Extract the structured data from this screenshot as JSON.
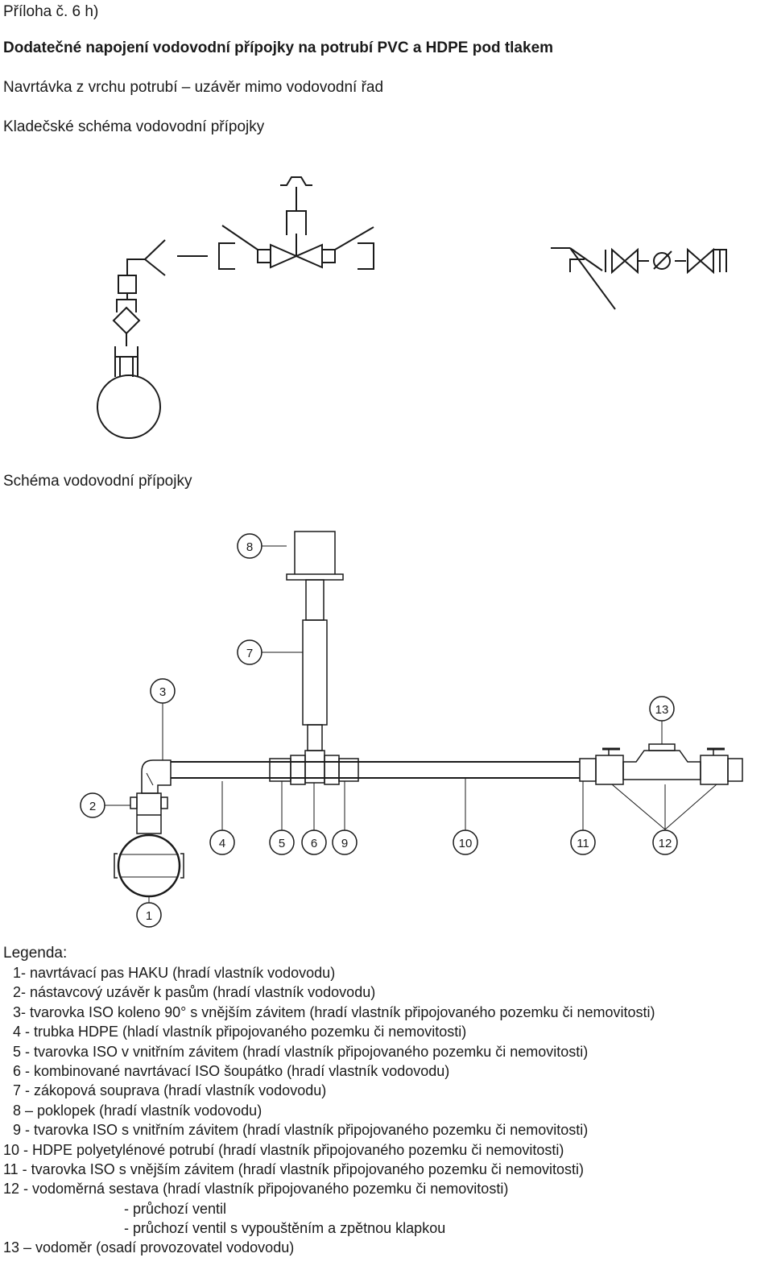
{
  "header": {
    "annex": "Příloha č. 6 h)",
    "title": "Dodatečné napojení vodovodní přípojky na potrubí PVC a HDPE pod tlakem",
    "subtitle": "Navrtávka z vrchu potrubí – uzávěr mimo vodovodní řad",
    "layout_heading": "Kladečské schéma vodovodní přípojky",
    "scheme_heading": "Schéma vodovodní přípojky"
  },
  "callouts": [
    "8",
    "7",
    "3",
    "13",
    "2",
    "4",
    "5",
    "6",
    "9",
    "10",
    "11",
    "12",
    "1"
  ],
  "legend": {
    "heading": "Legenda:",
    "items": [
      "1- navrtávací pas HAKU (hradí vlastník vodovodu)",
      "2- nástavcový uzávěr k pasům (hradí vlastník vodovodu)",
      "3- tvarovka ISO koleno 90° s vnějším závitem (hradí vlastník připojovaného pozemku či nemovitosti)",
      "4 - trubka HDPE (hladí vlastník připojovaného pozemku či nemovitosti)",
      "5 - tvarovka ISO v vnitřním závitem (hradí vlastník připojovaného pozemku či nemovitosti)",
      "6 - kombinované navrtávací ISO šoupátko (hradí vlastník vodovodu)",
      "7 - zákopová souprava (hradí vlastník vodovodu)",
      "8 – poklopek (hradí vlastník vodovodu)",
      "9 - tvarovka ISO s vnitřním závitem (hradí vlastník připojovaného pozemku či nemovitosti)",
      "10 - HDPE polyetylénové potrubí (hradí vlastník připojovaného pozemku či nemovitosti)",
      "11 - tvarovka ISO s vnějším závitem (hradí vlastník připojovaného pozemku či nemovitosti)",
      "12 - vodoměrná sestava (hradí vlastník připojovaného pozemku či nemovitosti)",
      "- průchozí ventil",
      "- průchozí ventil s vypouštěním a zpětnou klapkou",
      "13 – vodoměr (osadí provozovatel vodovodu)"
    ]
  }
}
